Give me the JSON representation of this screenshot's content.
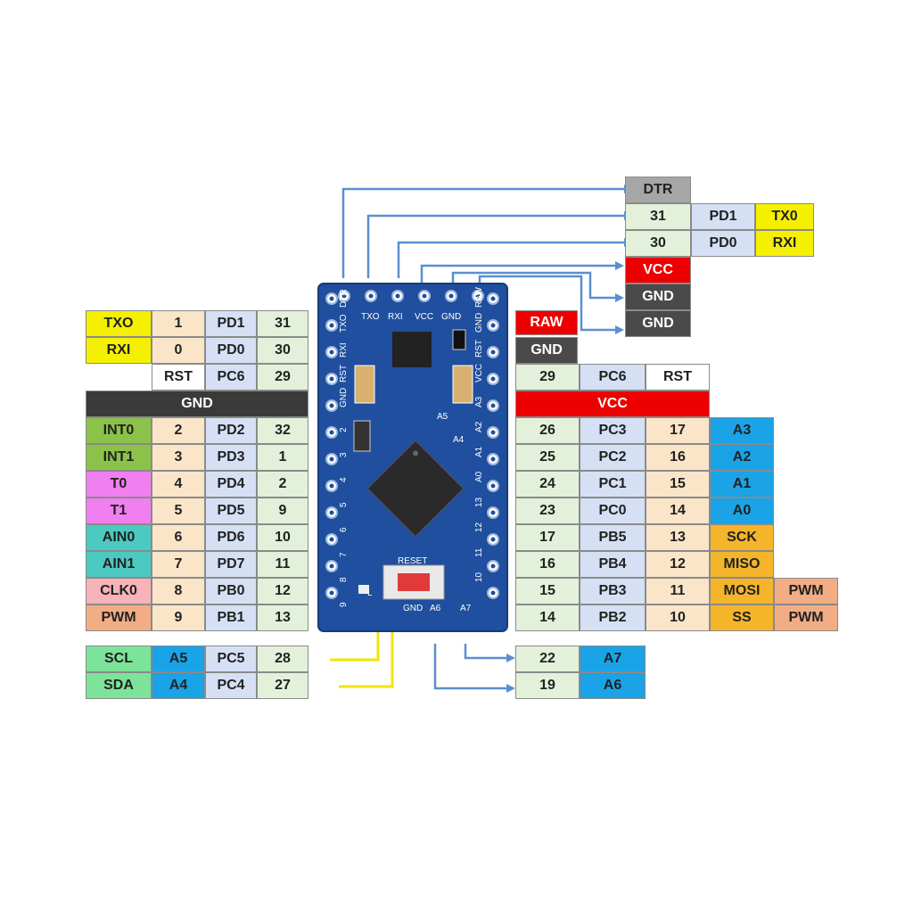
{
  "top": {
    "dtr": "DTR",
    "row1": {
      "num": "31",
      "port": "PD1",
      "func": "TX0"
    },
    "row2": {
      "num": "30",
      "port": "PD0",
      "func": "RXI"
    },
    "vcc": "VCC",
    "gnd1": "GND",
    "gnd2": "GND"
  },
  "left": {
    "row_txo": {
      "func": "TXO",
      "pin": "1",
      "port": "PD1",
      "num": "31"
    },
    "row_rxi": {
      "func": "RXI",
      "pin": "0",
      "port": "PD0",
      "num": "30"
    },
    "row_rst": {
      "pin": "RST",
      "port": "PC6",
      "num": "29"
    },
    "gnd": "GND",
    "rows": [
      {
        "func": "INT0",
        "pin": "2",
        "port": "PD2",
        "num": "32"
      },
      {
        "func": "INT1",
        "pin": "3",
        "port": "PD3",
        "num": "1"
      },
      {
        "func": "T0",
        "pin": "4",
        "port": "PD4",
        "num": "2"
      },
      {
        "func": "T1",
        "pin": "5",
        "port": "PD5",
        "num": "9"
      },
      {
        "func": "AIN0",
        "pin": "6",
        "port": "PD6",
        "num": "10"
      },
      {
        "func": "AIN1",
        "pin": "7",
        "port": "PD7",
        "num": "11"
      },
      {
        "func": "CLK0",
        "pin": "8",
        "port": "PB0",
        "num": "12"
      },
      {
        "func": "PWM",
        "pin": "9",
        "port": "PB1",
        "num": "13"
      }
    ],
    "i2c": [
      {
        "func": "SCL",
        "analog": "A5",
        "port": "PC5",
        "num": "28"
      },
      {
        "func": "SDA",
        "analog": "A4",
        "port": "PC4",
        "num": "27"
      }
    ]
  },
  "right": {
    "raw": "RAW",
    "gnd": "GND",
    "rst_row": {
      "num": "29",
      "port": "PC6",
      "func": "RST"
    },
    "vcc": "VCC",
    "analog_rows": [
      {
        "num": "26",
        "port": "PC3",
        "pin": "17",
        "analog": "A3"
      },
      {
        "num": "25",
        "port": "PC2",
        "pin": "16",
        "analog": "A2"
      },
      {
        "num": "24",
        "port": "PC1",
        "pin": "15",
        "analog": "A1"
      },
      {
        "num": "23",
        "port": "PC0",
        "pin": "14",
        "analog": "A0"
      }
    ],
    "spi_rows": [
      {
        "num": "17",
        "port": "PB5",
        "pin": "13",
        "func": "SCK"
      },
      {
        "num": "16",
        "port": "PB4",
        "pin": "12",
        "func": "MISO"
      },
      {
        "num": "15",
        "port": "PB3",
        "pin": "11",
        "func": "MOSI",
        "extra": "PWM"
      },
      {
        "num": "14",
        "port": "PB2",
        "pin": "10",
        "func": "SS",
        "extra": "PWM"
      }
    ],
    "bottom_rows": [
      {
        "num": "22",
        "analog": "A7"
      },
      {
        "num": "19",
        "analog": "A6"
      }
    ]
  },
  "board": {
    "top_labels": [
      "TXO",
      "RXI",
      "VCC",
      "GND"
    ],
    "left_labels": [
      "DTR",
      "TXO",
      "RXI",
      "RST",
      "GND",
      "2",
      "3",
      "4",
      "5",
      "6",
      "7",
      "8",
      "9"
    ],
    "right_labels": [
      "RAW",
      "GND",
      "RST",
      "VCC",
      "A3",
      "A2",
      "A1",
      "A0",
      "13",
      "12",
      "11",
      "10"
    ],
    "inner_labels": [
      "A5",
      "A4",
      "GND",
      "A6",
      "A7",
      "L",
      "RESET"
    ],
    "colors": {
      "pcb": "#1f4f9e",
      "pad": "#ffffff",
      "wire_blue": "#5b8fd0",
      "wire_yellow": "#f2e400",
      "chip": "#2a2a2a"
    }
  }
}
